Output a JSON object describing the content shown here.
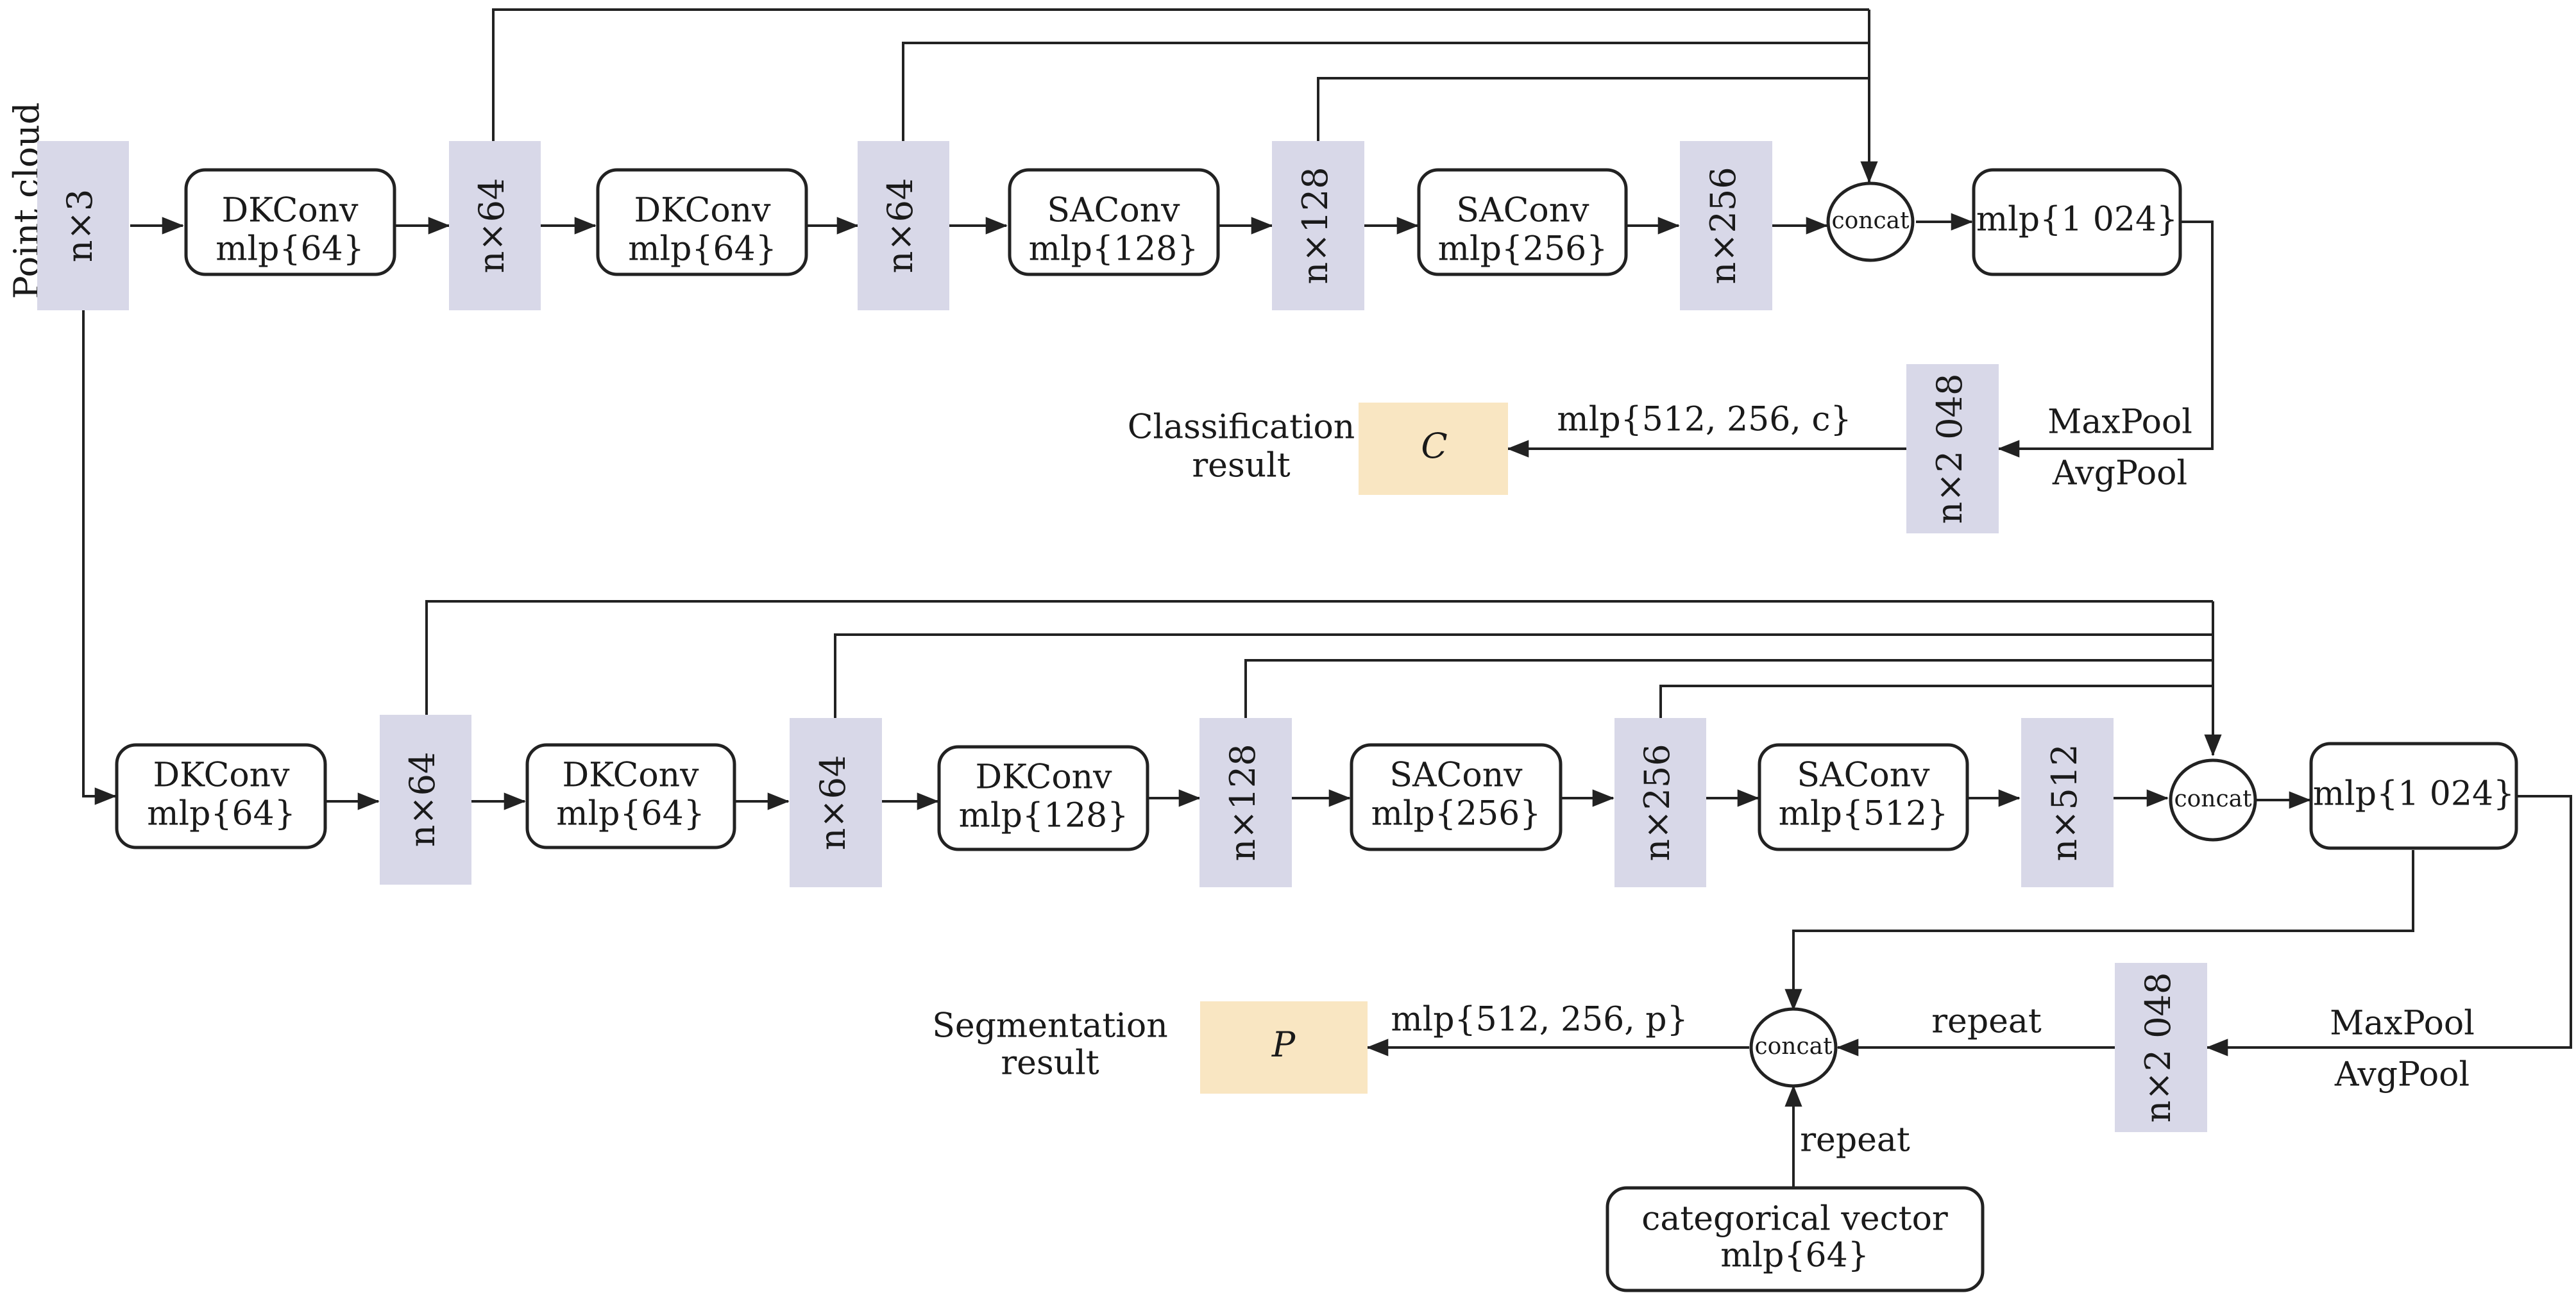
{
  "input": {
    "label": "Point cloud",
    "dim": "n×3"
  },
  "classification_branch": {
    "dims": [
      "n×64",
      "n×64",
      "n×128",
      "n×256"
    ],
    "blocks": [
      {
        "line1": "DKConv",
        "line2": "mlp{64}"
      },
      {
        "line1": "DKConv",
        "line2": "mlp{64}"
      },
      {
        "line1": "SAConv",
        "line2": "mlp{128}"
      },
      {
        "line1": "SAConv",
        "line2": "mlp{256}"
      }
    ],
    "concat": "concat",
    "mlp": "mlp{1 024}",
    "pool_top": "MaxPool",
    "pool_bottom": "AvgPool",
    "global_dim": "n×2 048",
    "head_mlp": "mlp{512, 256, c}",
    "result_letter": "C",
    "result_line1": "Classification",
    "result_line2": "result"
  },
  "segmentation_branch": {
    "dims": [
      "n×64",
      "n×64",
      "n×128",
      "n×256",
      "n×512"
    ],
    "blocks": [
      {
        "line1": "DKConv",
        "line2": "mlp{64}"
      },
      {
        "line1": "DKConv",
        "line2": "mlp{64}"
      },
      {
        "line1": "DKConv",
        "line2": "mlp{128}"
      },
      {
        "line1": "SAConv",
        "line2": "mlp{256}"
      },
      {
        "line1": "SAConv",
        "line2": "mlp{512}"
      }
    ],
    "concat": "concat",
    "mlp": "mlp{1 024}",
    "pool_top": "MaxPool",
    "pool_bottom": "AvgPool",
    "global_dim": "n×2 048",
    "repeat_global": "repeat",
    "repeat_category": "repeat",
    "concat_out": "concat",
    "category_line1": "categorical vector",
    "category_line2": "mlp{64}",
    "head_mlp": "mlp{512, 256, p}",
    "result_letter": "P",
    "result_line1": "Segmentation",
    "result_line2": "result"
  },
  "colors": {
    "feature_block": "#d8d8e8",
    "result_block": "#f9e6c2",
    "line": "#222222"
  }
}
